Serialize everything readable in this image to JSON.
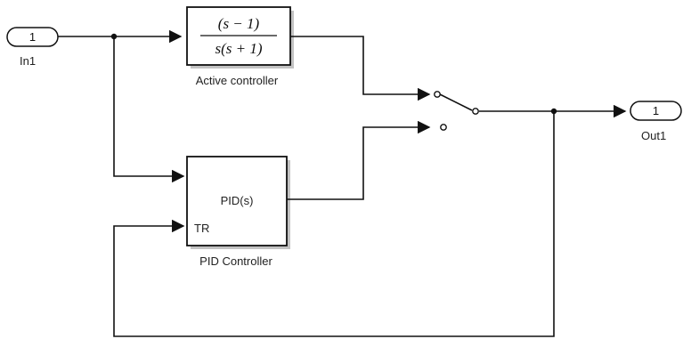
{
  "inport": {
    "number": "1",
    "label": "In1"
  },
  "outport": {
    "number": "1",
    "label": "Out1"
  },
  "active_controller": {
    "label": "Active controller",
    "numerator": "(s − 1)",
    "denominator": "s(s + 1)"
  },
  "pid_controller": {
    "label": "PID Controller",
    "text": "PID(s)",
    "tr_port": "TR"
  }
}
